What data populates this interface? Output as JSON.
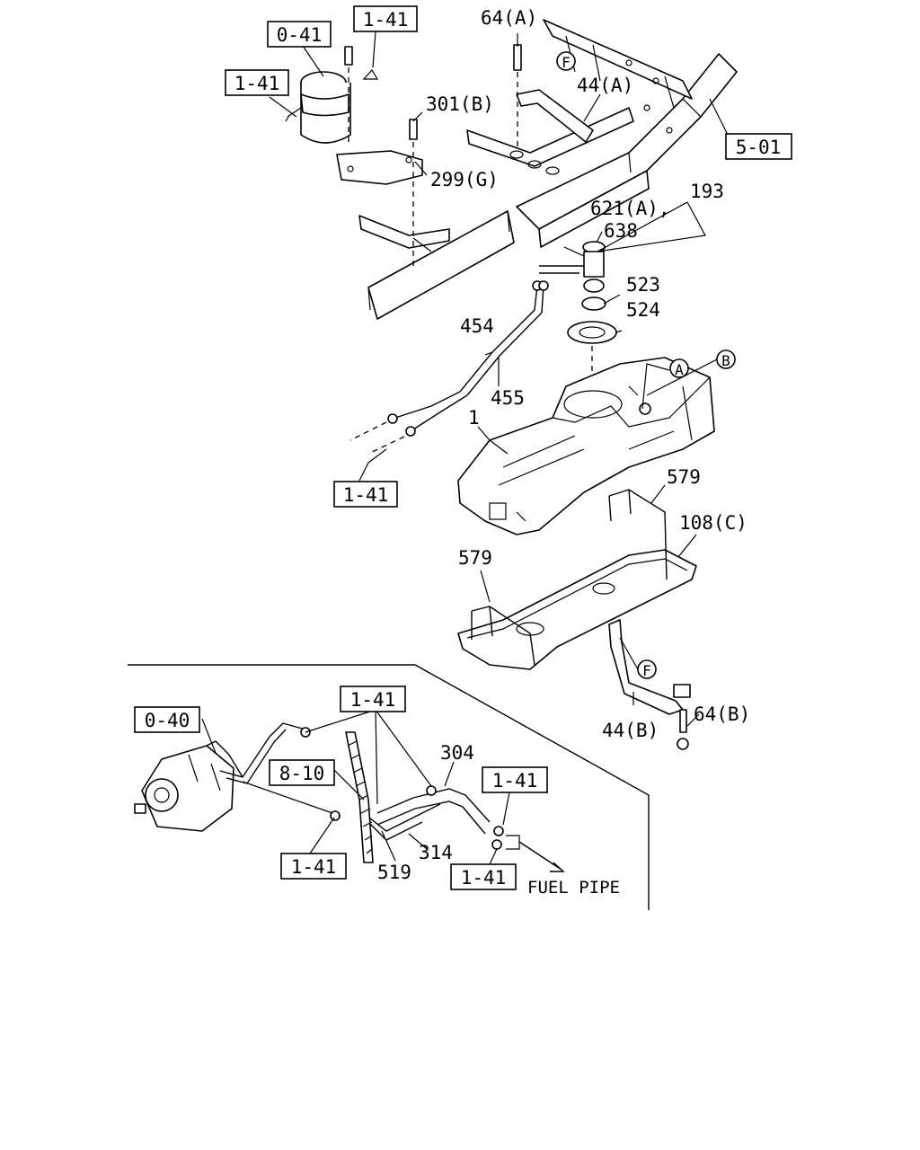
{
  "diagram": {
    "boxed_refs": {
      "ref_0_41": "0-41",
      "ref_1_41_top": "1-41",
      "ref_1_41_left": "1-41",
      "ref_5_01": "5-01",
      "ref_1_41_lines": "1-41",
      "ref_0_40": "0-40",
      "ref_1_41_mid": "1-41",
      "ref_8_10": "8-10",
      "ref_1_41_right": "1-41",
      "ref_1_41_bottom": "1-41",
      "ref_1_41_outlet": "1-41"
    },
    "part_labels": {
      "p64a": "64(A)",
      "p44a": "44(A)",
      "p301b": "301(B)",
      "p299g": "299(G)",
      "p193": "193",
      "p621a": "621(A),",
      "p638": "638",
      "p523": "523",
      "p524": "524",
      "p454": "454",
      "p455": "455",
      "p1": "1",
      "p579_top": "579",
      "p108c": "108(C)",
      "p579_left": "579",
      "p44b": "44(B)",
      "p64b": "64(B)",
      "p304": "304",
      "p314": "314",
      "p519": "519"
    },
    "callouts": {
      "f_top": "F",
      "a": "A",
      "b": "B",
      "f_bottom": "F"
    },
    "fuel_pipe_label": "FUEL PIPE"
  }
}
